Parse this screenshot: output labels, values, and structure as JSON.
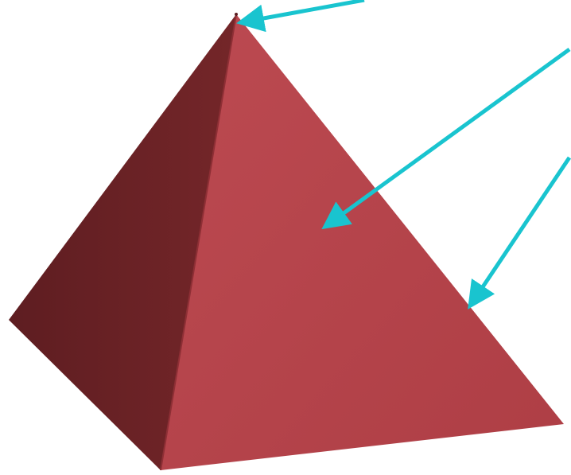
{
  "diagram": {
    "subject": "square-pyramid",
    "colors": {
      "background": "#ffffff",
      "front_face": "#b5434a",
      "side_face": "#6a2226",
      "edge_shadow": "#8e2f35",
      "pointer_arrow": "#19c4cf"
    },
    "pointers": [
      {
        "target": "apex"
      },
      {
        "target": "face"
      },
      {
        "target": "edge"
      }
    ]
  }
}
